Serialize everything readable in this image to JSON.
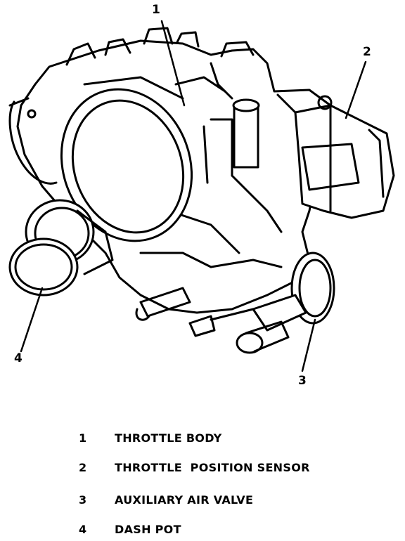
{
  "callouts": [
    "1",
    "2",
    "3",
    "4"
  ],
  "legend": [
    {
      "number": "1",
      "text": "THROTTLE BODY"
    },
    {
      "number": "2",
      "text": "THROTTLE  POSITION SENSOR"
    },
    {
      "number": "3",
      "text": "AUXILIARY AIR VALVE"
    },
    {
      "number": "4",
      "text": "DASH POT"
    }
  ]
}
